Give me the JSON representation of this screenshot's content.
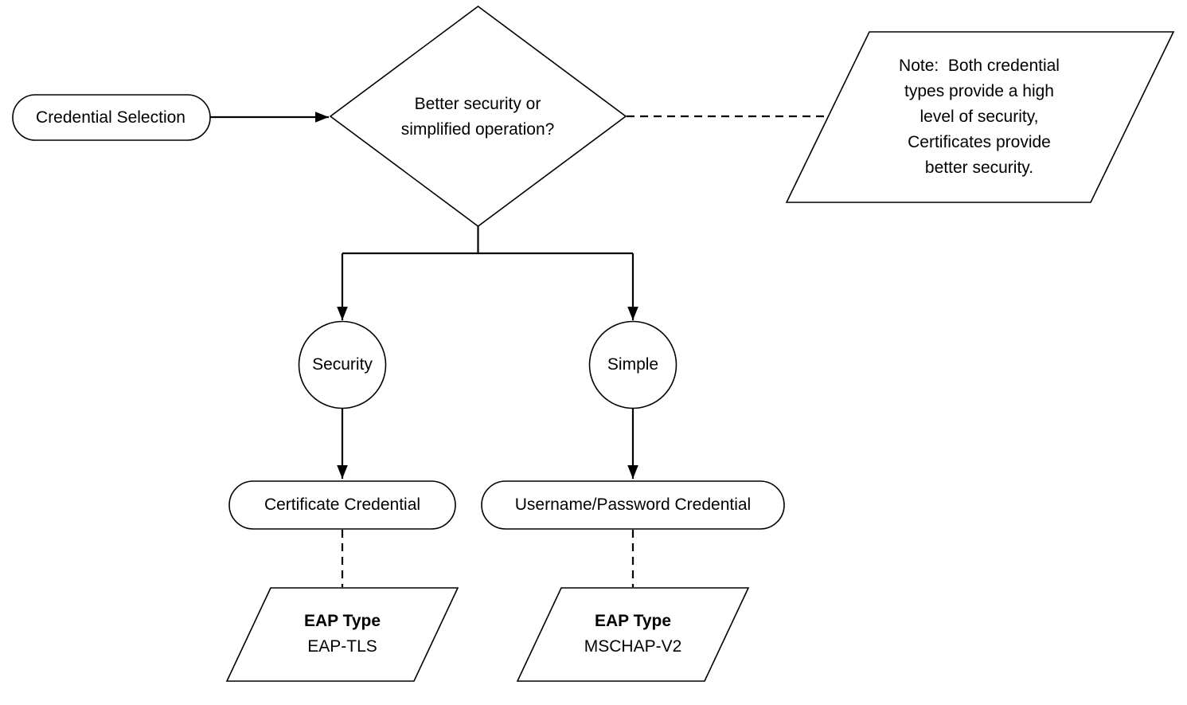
{
  "nodes": {
    "start": {
      "label": "Credential Selection"
    },
    "decision": {
      "label": "Better security or simplified operation?"
    },
    "note": {
      "lines": [
        "Note:  Both credential",
        "types provide a high",
        "level of security,",
        "Certificates provide",
        "better security."
      ]
    },
    "branch_security": {
      "label": "Security"
    },
    "branch_simple": {
      "label": "Simple"
    },
    "certificate_credential": {
      "label": "Certificate Credential"
    },
    "userpass_credential": {
      "label": "Username/Password Credential"
    },
    "eap_tls": {
      "title": "EAP Type",
      "value": "EAP-TLS"
    },
    "mschap_v2": {
      "title": "EAP Type",
      "value": "MSCHAP-V2"
    }
  },
  "colors": {
    "stroke": "#000000",
    "background": "#ffffff",
    "text": "#000000"
  }
}
